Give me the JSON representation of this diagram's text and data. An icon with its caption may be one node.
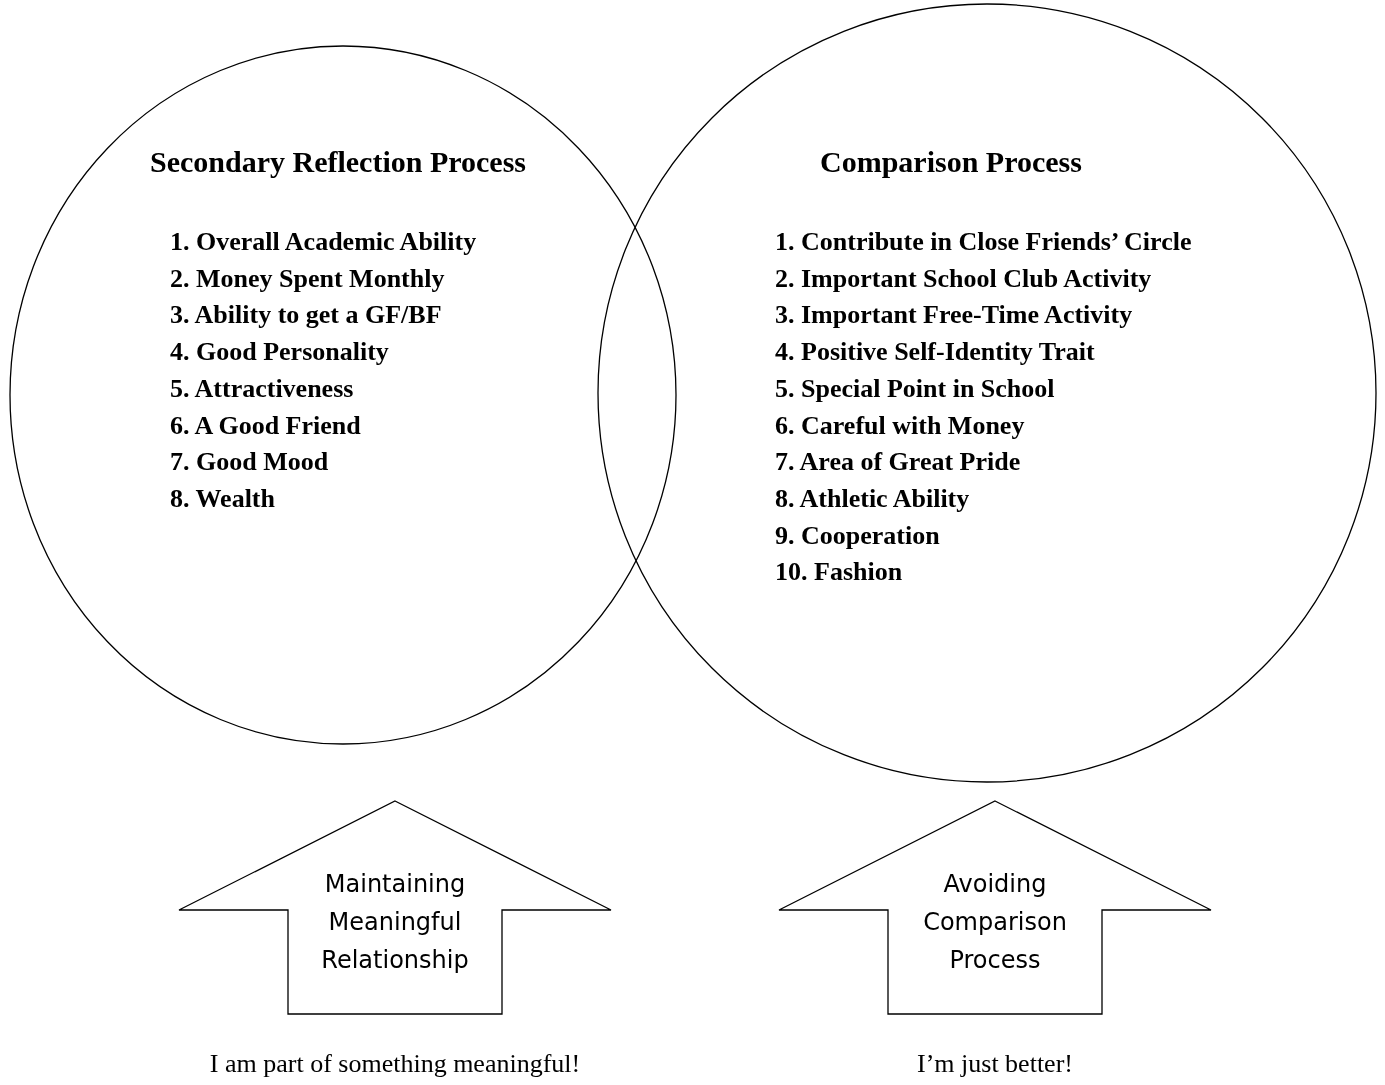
{
  "diagram": {
    "nodes": [
      {
        "text": [
          "Secondary Reflection Process",
          "1. Overall Academic Ability",
          "2. Money Spent Monthly",
          "3. Ability to get a GF/BF",
          "4. Good Personality",
          "5. Attractiveness",
          "6. A Good Friend",
          "7. Good Mood",
          "8. Wealth"
        ]
      },
      {
        "text": [
          "Comparison Process",
          "1. Contribute in Close Friends’ Circle",
          "2. Important School Club Activity",
          "3. Important Free-Time Activity",
          "4. Positive Self-Identity Trait",
          "5. Special Point in School",
          "6. Careful with Money",
          "7. Area of Great Pride",
          "8. Athletic Ability",
          "9. Cooperation",
          "10. Fashion"
        ]
      },
      {
        "text": [
          "Maintaining Meaningful Relationship"
        ],
        "beside": [
          "I am part of something meaningful!"
        ]
      },
      {
        "text": [
          "Avoiding Comparison Process"
        ],
        "beside": [
          "I’m just better!"
        ]
      }
    ]
  }
}
